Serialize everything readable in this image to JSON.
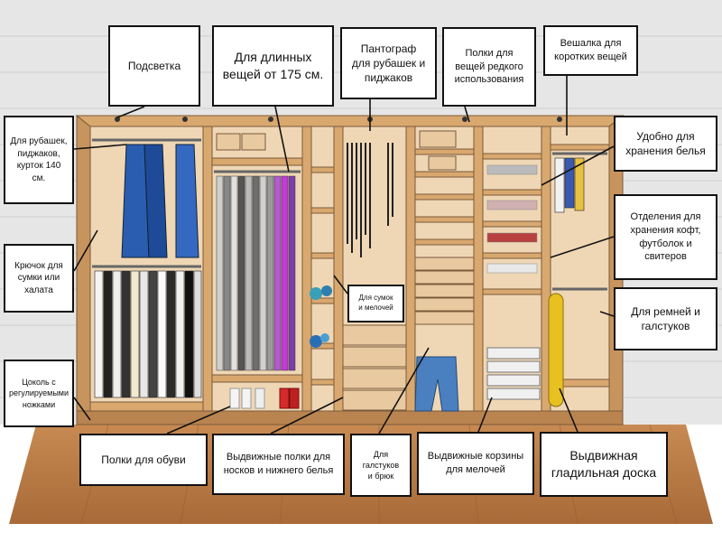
{
  "labels": {
    "podsvetka": "Подсветка",
    "dlinnye": "Для длинных\nвещей от 175 см.",
    "pantograf": "Пантограф\nдля рубашек и\nпиджаков",
    "polki_redkogo": "Полки для\nвещей редкого\nиспользования",
    "veshalka": "Вешалка для\nкоротких вещей",
    "rubashki": "Для рубашек,\nпиджаков,\nкурток 140\nсм.",
    "belye": "Удобно для\nхранения белья",
    "kryuchok": "Крючок для\nсумки или\nхалата",
    "kofty": "Отделения для\nхранения кофт,\nфутболок и\nсвитеров",
    "remni": "Для ремней и\nгалстуков",
    "sumki": "Для сумок\nи мелочей",
    "tsokol": "Цоколь с\nрегулируемыми\nножками",
    "obuv": "Полки для обуви",
    "noski": "Выдвижные полки для\nносков и нижнего белья",
    "galstuki_bryuki": "Для\nгалстуков\nи брюк",
    "korziny": "Выдвижные корзины\nдля мелочей",
    "gladilnaya": "Выдвижная\nгладильная доска"
  },
  "colors": {
    "wood_light": "#e8c9a0",
    "wood_mid": "#d9a86f",
    "wood_dark": "#b07a45",
    "floor": "#c8854a",
    "wall": "#dcdcdc",
    "outline": "#111111"
  }
}
